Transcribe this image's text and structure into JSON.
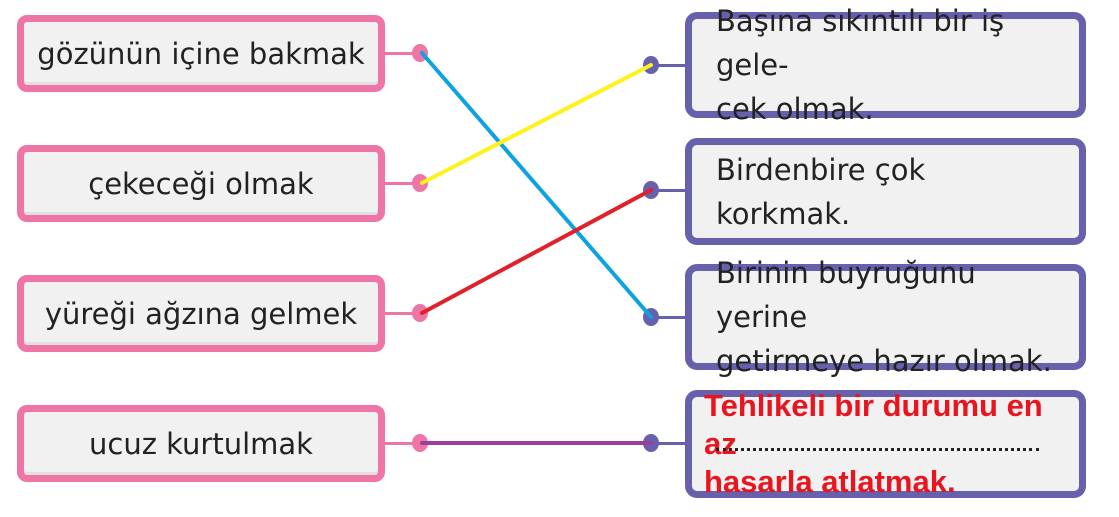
{
  "left_items": [
    {
      "label": "gözünün içine bakmak"
    },
    {
      "label": "çekeceği olmak"
    },
    {
      "label": "yüreği ağzına gelmek"
    },
    {
      "label": "ucuz kurtulmak"
    }
  ],
  "right_items": [
    {
      "line1": "Başına sıkıntılı bir iş gele-",
      "line2": "cek olmak."
    },
    {
      "line1": "Birdenbire çok korkmak."
    },
    {
      "line1": "Birinin buyruğunu yerine",
      "line2": "getirmeye hazır olmak."
    },
    {
      "line1": "Tehlikeli bir durumu en az",
      "line2": "hasarla atlatmak."
    }
  ],
  "connections": [
    {
      "from": 0,
      "to": 2,
      "color": "#0ea3e0"
    },
    {
      "from": 1,
      "to": 0,
      "color": "#fff21a"
    },
    {
      "from": 2,
      "to": 1,
      "color": "#e0202a"
    },
    {
      "from": 3,
      "to": 3,
      "color": "#9b3e9e"
    }
  ],
  "colors": {
    "left_border": "#ee75a6",
    "right_border": "#6760ad",
    "answer_text": "#e8141e"
  }
}
